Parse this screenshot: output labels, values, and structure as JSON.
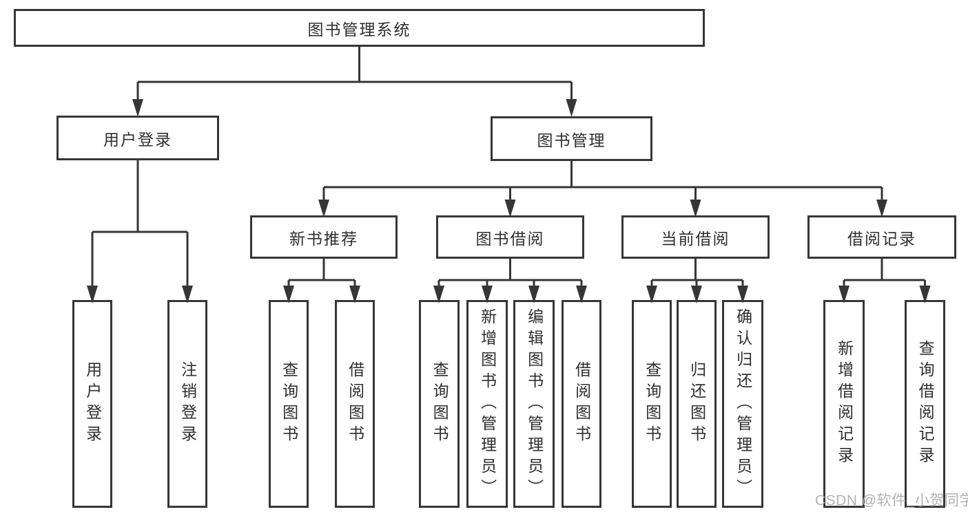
{
  "diagram": {
    "root": {
      "label": "图书管理系统"
    },
    "branches": [
      {
        "label": "用户登录",
        "children": [
          {
            "label": "用户登录"
          },
          {
            "label": "注销登录"
          }
        ]
      },
      {
        "label": "图书管理",
        "children": [
          {
            "label": "新书推荐",
            "children": [
              {
                "label": "查询图书"
              },
              {
                "label": "借阅图书"
              }
            ]
          },
          {
            "label": "图书借阅",
            "children": [
              {
                "label": "查询图书"
              },
              {
                "label": "新增图书（管理员）"
              },
              {
                "label": "编辑图书（管理员）"
              },
              {
                "label": "借阅图书"
              }
            ]
          },
          {
            "label": "当前借阅",
            "children": [
              {
                "label": "查询图书"
              },
              {
                "label": "归还图书"
              },
              {
                "label": "确认归还（管理员）"
              }
            ]
          },
          {
            "label": "借阅记录",
            "children": [
              {
                "label": "新增借阅记录"
              },
              {
                "label": "查询借阅记录"
              }
            ]
          }
        ]
      }
    ]
  },
  "watermark": {
    "text": "CSDN @软件_小贺同学"
  },
  "colors": {
    "line": "#363636",
    "box_border": "#363636",
    "text": "#2e2e2e",
    "watermark": "#b2b2b2",
    "background": "#ffffff"
  }
}
